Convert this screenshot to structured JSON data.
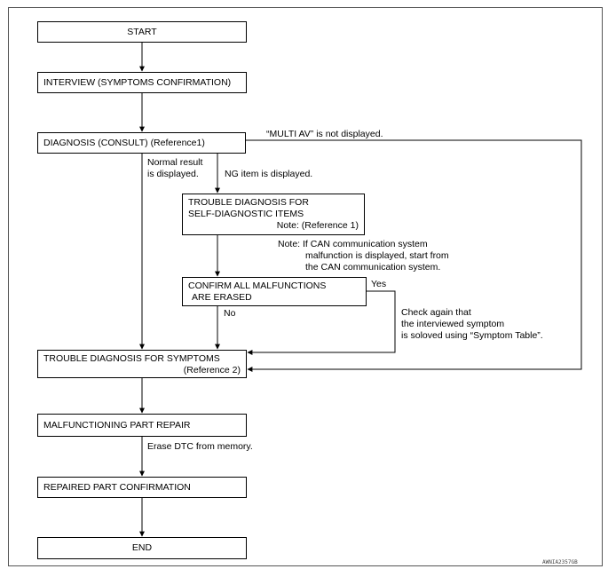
{
  "boxes": {
    "start": "START",
    "interview": "INTERVIEW (SYMPTOMS CONFIRMATION)",
    "diagnosis": "DIAGNOSIS (CONSULT) (Reference1)",
    "trouble_self_line1": "TROUBLE DIAGNOSIS FOR",
    "trouble_self_line2": "SELF-DIAGNOSTIC ITEMS",
    "trouble_self_note": "Note: (Reference 1)",
    "confirm_line1": "CONFIRM ALL MALFUNCTIONS",
    "confirm_line2": "ARE ERASED",
    "trouble_symptoms": "TROUBLE DIAGNOSIS FOR SYMPTOMS",
    "trouble_symptoms_ref": "(Reference 2)",
    "repair": "MALFUNCTIONING PART REPAIR",
    "repaired_confirm": "REPAIRED PART CONFIRMATION",
    "end": "END"
  },
  "labels": {
    "multi_av": "“MULTI AV” is not displayed.",
    "normal_1": "Normal result",
    "normal_2": "is displayed.",
    "ng": "NG item is displayed.",
    "note_1": "Note: If CAN communication system",
    "note_2": "malfunction is displayed, start from",
    "note_3": "the CAN communication system.",
    "yes": "Yes",
    "no": "No",
    "check_1": "Check again that",
    "check_2": "the interviewed symptom",
    "check_3": "is soloved using “Symptom Table”.",
    "erase_dtc": "Erase DTC from memory."
  },
  "figure_code": "AWNIA2357GB"
}
